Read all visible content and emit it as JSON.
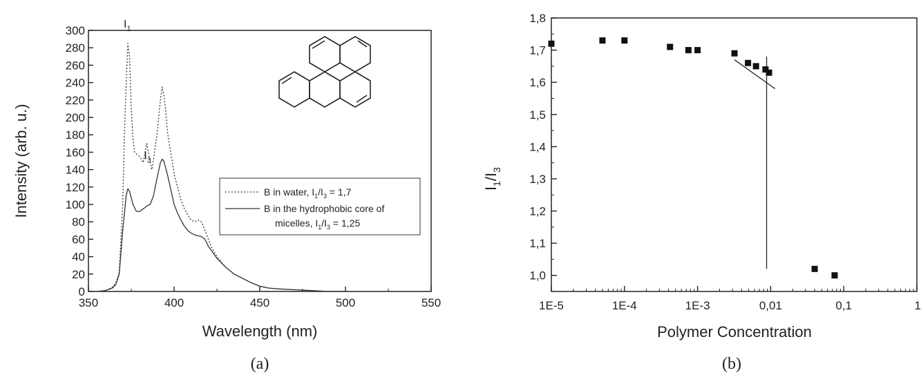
{
  "chart_data": [
    {
      "type": "line",
      "panel_label": "(a)",
      "xlabel": "Wavelength (nm)",
      "ylabel": "Intensity (arb. u.)",
      "xlim": [
        350,
        550
      ],
      "ylim": [
        0,
        300
      ],
      "xticks": [
        350,
        400,
        450,
        500,
        550
      ],
      "yticks": [
        0,
        20,
        40,
        60,
        80,
        100,
        120,
        140,
        160,
        180,
        200,
        220,
        240,
        260,
        280,
        300
      ],
      "grid": false,
      "legend_position": "center-right",
      "annotations": [
        {
          "base": "I",
          "sub": "1",
          "x": 373,
          "y": 292
        },
        {
          "base": "I",
          "sub": "3",
          "x": 384,
          "y": 168
        }
      ],
      "series": [
        {
          "name": "B in water, I1/I3 = 1,7",
          "legend_parts": {
            "a": "B in water, I",
            "s1": "1",
            "b": "/I",
            "s2": "3",
            "c": " = 1,7"
          },
          "style": "dotted",
          "x": [
            355,
            360,
            364,
            366,
            368,
            370,
            371,
            372,
            373,
            374,
            375,
            376,
            377,
            378,
            380,
            382,
            383,
            384,
            385,
            386,
            387,
            388,
            390,
            392,
            393,
            394,
            395,
            396,
            398,
            400,
            402,
            404,
            406,
            408,
            410,
            412,
            414,
            416,
            418,
            420,
            422,
            425,
            430,
            435,
            440,
            445,
            450,
            455,
            460,
            470,
            480,
            490,
            500
          ],
          "y": [
            0,
            1,
            5,
            10,
            22,
            100,
            180,
            240,
            285,
            270,
            210,
            175,
            160,
            158,
            155,
            148,
            160,
            170,
            160,
            148,
            140,
            152,
            180,
            220,
            235,
            225,
            210,
            185,
            160,
            135,
            120,
            105,
            95,
            88,
            82,
            80,
            82,
            80,
            70,
            60,
            50,
            40,
            28,
            20,
            15,
            10,
            6,
            4,
            3,
            2,
            1,
            0,
            0
          ]
        },
        {
          "name": "B in the hydrophobic core of micelles, I1/I3 = 1,25",
          "legend_parts": {
            "a": "B in the hydrophobic core of",
            "b": "micelles, I",
            "s1": "1",
            "c": "/I",
            "s2": "3",
            "d": " = 1,25"
          },
          "style": "solid",
          "x": [
            355,
            360,
            364,
            366,
            368,
            370,
            372,
            373,
            374,
            376,
            378,
            380,
            382,
            384,
            386,
            388,
            390,
            392,
            393,
            394,
            396,
            398,
            400,
            402,
            404,
            406,
            408,
            410,
            412,
            414,
            416,
            418,
            420,
            425,
            430,
            435,
            440,
            445,
            450,
            455,
            460,
            470,
            480,
            490,
            500
          ],
          "y": [
            0,
            1,
            4,
            8,
            20,
            70,
            110,
            118,
            115,
            100,
            92,
            92,
            95,
            98,
            100,
            110,
            130,
            148,
            152,
            150,
            135,
            118,
            100,
            90,
            82,
            75,
            70,
            67,
            65,
            64,
            63,
            60,
            52,
            38,
            28,
            20,
            15,
            10,
            6,
            4,
            3,
            2,
            1,
            0,
            0
          ]
        }
      ]
    },
    {
      "type": "scatter",
      "panel_label": "(b)",
      "xlabel": "Polymer Concentration",
      "ylabel_parts": {
        "a": "I",
        "s1": "1",
        "b": "/I",
        "s2": "3"
      },
      "xscale": "log",
      "xlim": [
        1e-05,
        1
      ],
      "ylim": [
        0.95,
        1.8
      ],
      "xticks": [
        1e-05,
        0.0001,
        0.001,
        0.01,
        0.1,
        1
      ],
      "xticklabels": [
        "1E-5",
        "1E-4",
        "1E-3",
        "0,01",
        "0,1",
        "1"
      ],
      "yticks": [
        1.0,
        1.1,
        1.2,
        1.3,
        1.4,
        1.5,
        1.6,
        1.7,
        1.8
      ],
      "yticklabels": [
        "1,0",
        "1,1",
        "1,2",
        "1,3",
        "1,4",
        "1,5",
        "1,6",
        "1,7",
        "1,8"
      ],
      "grid": false,
      "x": [
        1e-05,
        5e-05,
        0.0001,
        0.00042,
        0.00075,
        0.001,
        0.0032,
        0.0049,
        0.0063,
        0.0085,
        0.0095,
        0.04,
        0.075
      ],
      "y": [
        1.72,
        1.73,
        1.73,
        1.71,
        1.7,
        1.7,
        1.69,
        1.66,
        1.65,
        1.64,
        1.63,
        1.02,
        1.0
      ],
      "fit_line": {
        "x": [
          0.0032,
          0.0115
        ],
        "y": [
          1.67,
          1.58
        ]
      },
      "cmc_line": {
        "x": 0.0088,
        "y": [
          1.02,
          1.68
        ]
      }
    }
  ]
}
